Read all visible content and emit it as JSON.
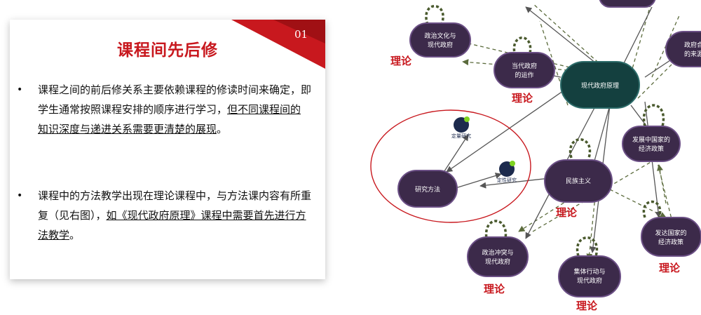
{
  "card": {
    "number": "01",
    "title": "课程间先后修",
    "bullets": [
      {
        "plain": "课程之间的前后修关系主要依赖课程的修读时间来确定，即学生通常按照课程安排的顺序进行学习，",
        "underlined": "但不同课程间的知识深度与递进关系需要更清楚的展现",
        "tail": "。"
      },
      {
        "plain": "课程中的方法教学出现在理论课程中，与方法课内容有所重复（见右图），",
        "underlined": "如《现代政府原理》课程中需要首先进行方法教学",
        "tail": "。"
      }
    ]
  },
  "diagram": {
    "nodes": {
      "political_culture": "政治文化与现代政府",
      "contemporary_gov": "当代政府的运作",
      "modern_gov_principles": "现代政府原理",
      "gov_source": "政府合法性的来源",
      "developing_policy": "发展中国家的经济政策",
      "nationalism": "民族主义",
      "developed_policy": "发达国家的经济政策",
      "political_conflict": "政治冲突与现代政府",
      "collective_action": "集体行动与现代政府",
      "research_methods": "研究方法",
      "method_a": "定量研究",
      "method_b": "定性研究"
    },
    "theory_label": "理论"
  }
}
